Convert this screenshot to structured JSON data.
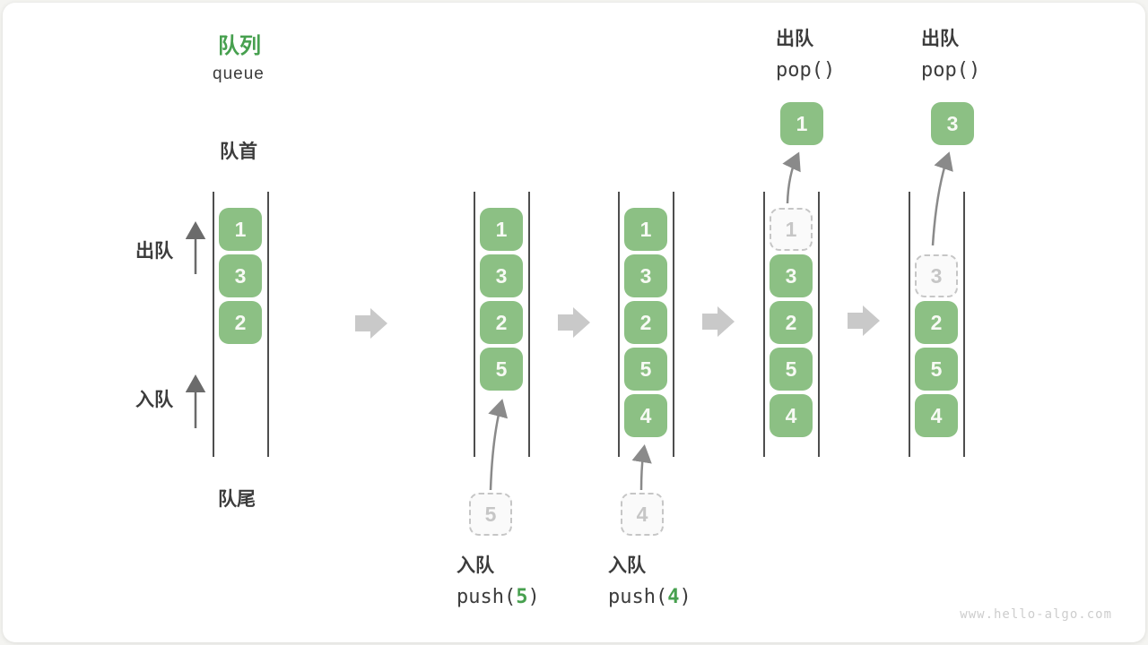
{
  "title": {
    "heading": "队列",
    "subheading": "queue"
  },
  "side_labels": {
    "front": "队首",
    "rear": "队尾",
    "dequeue": "出队",
    "enqueue": "入队"
  },
  "watermark": "www.hello-algo.com",
  "colors": {
    "box_green": "#8CC084",
    "accent_green": "#47A04F",
    "text_dark": "#3C3C3C",
    "line_dark": "#4E4E4E",
    "dashed_gray": "#C6C6C6",
    "block_arrow_gray": "#C9C9C9",
    "curve_arrow_gray": "#8A8A8A"
  },
  "states": [
    {
      "name": "initial-queue",
      "cells": [
        {
          "slot": 0,
          "value": "1",
          "style": "solid"
        },
        {
          "slot": 1,
          "value": "3",
          "style": "solid"
        },
        {
          "slot": 2,
          "value": "2",
          "style": "solid"
        }
      ]
    },
    {
      "name": "after-push-5",
      "cells": [
        {
          "slot": 0,
          "value": "1",
          "style": "solid"
        },
        {
          "slot": 1,
          "value": "3",
          "style": "solid"
        },
        {
          "slot": 2,
          "value": "2",
          "style": "solid"
        },
        {
          "slot": 3,
          "value": "5",
          "style": "solid"
        }
      ],
      "incoming_value": "5",
      "operation": {
        "label": "入队",
        "code_prefix": "push(",
        "code_arg": "5",
        "code_suffix": ")"
      }
    },
    {
      "name": "after-push-4",
      "cells": [
        {
          "slot": 0,
          "value": "1",
          "style": "solid"
        },
        {
          "slot": 1,
          "value": "3",
          "style": "solid"
        },
        {
          "slot": 2,
          "value": "2",
          "style": "solid"
        },
        {
          "slot": 3,
          "value": "5",
          "style": "solid"
        },
        {
          "slot": 4,
          "value": "4",
          "style": "solid"
        }
      ],
      "incoming_value": "4",
      "operation": {
        "label": "入队",
        "code_prefix": "push(",
        "code_arg": "4",
        "code_suffix": ")"
      }
    },
    {
      "name": "pop-1",
      "cells": [
        {
          "slot": 0,
          "value": "1",
          "style": "dashed"
        },
        {
          "slot": 1,
          "value": "3",
          "style": "solid"
        },
        {
          "slot": 2,
          "value": "2",
          "style": "solid"
        },
        {
          "slot": 3,
          "value": "5",
          "style": "solid"
        },
        {
          "slot": 4,
          "value": "4",
          "style": "solid"
        }
      ],
      "outgoing_value": "1",
      "operation": {
        "label": "出队",
        "code": "pop()"
      }
    },
    {
      "name": "pop-3",
      "cells": [
        {
          "slot": 1,
          "value": "3",
          "style": "dashed"
        },
        {
          "slot": 2,
          "value": "2",
          "style": "solid"
        },
        {
          "slot": 3,
          "value": "5",
          "style": "solid"
        },
        {
          "slot": 4,
          "value": "4",
          "style": "solid"
        }
      ],
      "outgoing_value": "3",
      "operation": {
        "label": "出队",
        "code": "pop()"
      }
    }
  ]
}
